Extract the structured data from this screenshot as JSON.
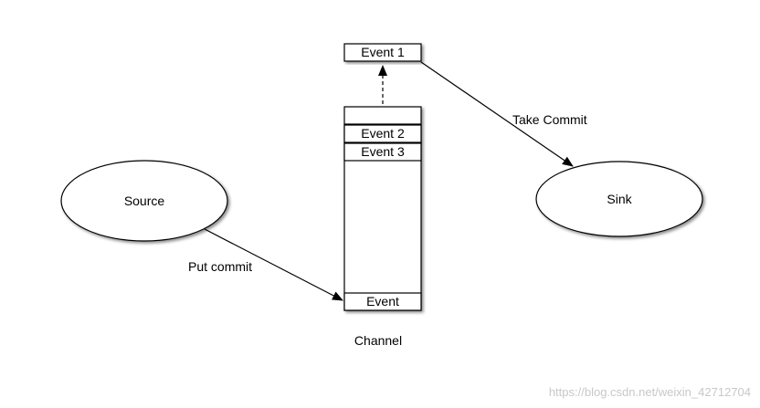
{
  "nodes": {
    "source": {
      "label": "Source"
    },
    "sink": {
      "label": "Sink"
    },
    "channel": {
      "label": "Channel"
    },
    "event_top": {
      "label": "Event 1"
    },
    "event_2": {
      "label": "Event 2"
    },
    "event_3": {
      "label": "Event 3"
    },
    "event_bottom": {
      "label": "Event"
    }
  },
  "edges": {
    "put": {
      "label": "Put commit",
      "from": "Source",
      "to": "Event"
    },
    "take": {
      "label": "Take Commit",
      "from": "Event 1",
      "to": "Sink"
    },
    "dequeue": {
      "label": "",
      "from": "Channel",
      "to": "Event 1",
      "style": "dashed"
    }
  },
  "watermark": {
    "text": "https://blog.csdn.net/weixin_42712704"
  },
  "colors": {
    "stroke": "#000000",
    "fill": "#ffffff",
    "watermark": "#c8c8c8"
  }
}
